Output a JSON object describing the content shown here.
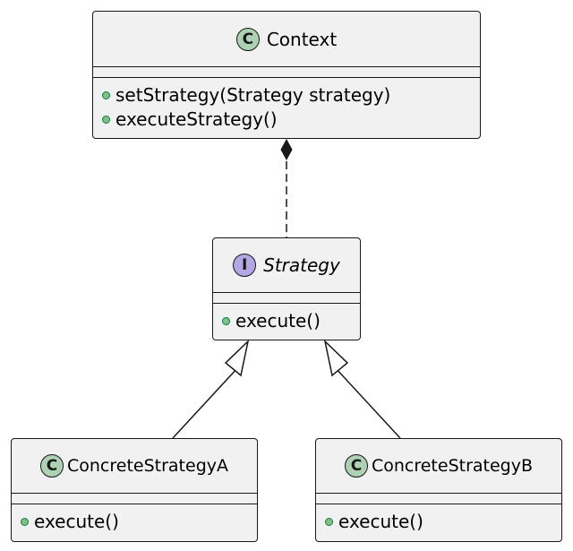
{
  "colors": {
    "box_fill": "#f1f1f1",
    "border": "#181818",
    "class_badge": "#add1b2",
    "interface_badge": "#b4a7e5",
    "visibility_dot": "#84be84"
  },
  "classes": [
    {
      "id": "context",
      "name": "Context",
      "stereotype": "C",
      "badge_icon": "class-c-icon",
      "methods": [
        "setStrategy(Strategy strategy)",
        "executeStrategy()"
      ]
    },
    {
      "id": "strategy",
      "name": "Strategy",
      "stereotype": "I",
      "badge_icon": "interface-i-icon",
      "methods": [
        "execute()"
      ]
    },
    {
      "id": "concrete-a",
      "name": "ConcreteStrategyA",
      "stereotype": "C",
      "badge_icon": "class-c-icon",
      "methods": [
        "execute()"
      ]
    },
    {
      "id": "concrete-b",
      "name": "ConcreteStrategyB",
      "stereotype": "C",
      "badge_icon": "class-c-icon",
      "methods": [
        "execute()"
      ]
    }
  ],
  "relations": [
    {
      "from": "context",
      "to": "strategy",
      "type": "composition"
    },
    {
      "from": "concrete-a",
      "to": "strategy",
      "type": "realization"
    },
    {
      "from": "concrete-b",
      "to": "strategy",
      "type": "realization"
    }
  ]
}
